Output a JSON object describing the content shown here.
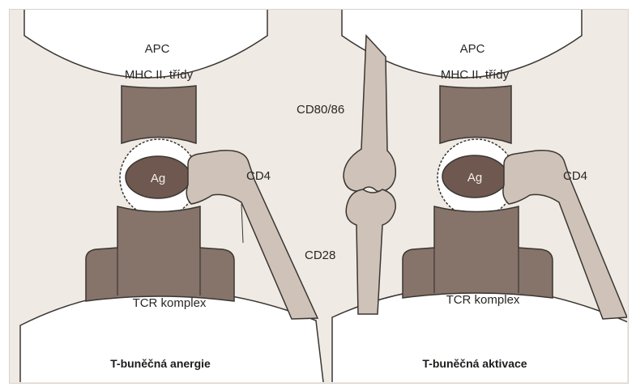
{
  "colors": {
    "background": "#efeae4",
    "cell_fill": "#ffffff",
    "outline": "#3a3632",
    "dark_protein": "#86736a",
    "ag_fill": "#6f5850",
    "light_protein": "#cfc2b8"
  },
  "panels": [
    {
      "apc_label": "APC",
      "mhc_label": "MHC II. třídy",
      "ag_label": "Ag",
      "cd4_label": "CD4",
      "tcr_label": "TCR komplex",
      "caption": "T-buněčná anergie"
    },
    {
      "apc_label": "APC",
      "mhc_label": "MHC II. třídy",
      "ag_label": "Ag",
      "cd4_label": "CD4",
      "tcr_label": "TCR komplex",
      "caption": "T-buněčná aktivace",
      "cd80_label": "CD80/86",
      "cd28_label": "CD28"
    }
  ]
}
